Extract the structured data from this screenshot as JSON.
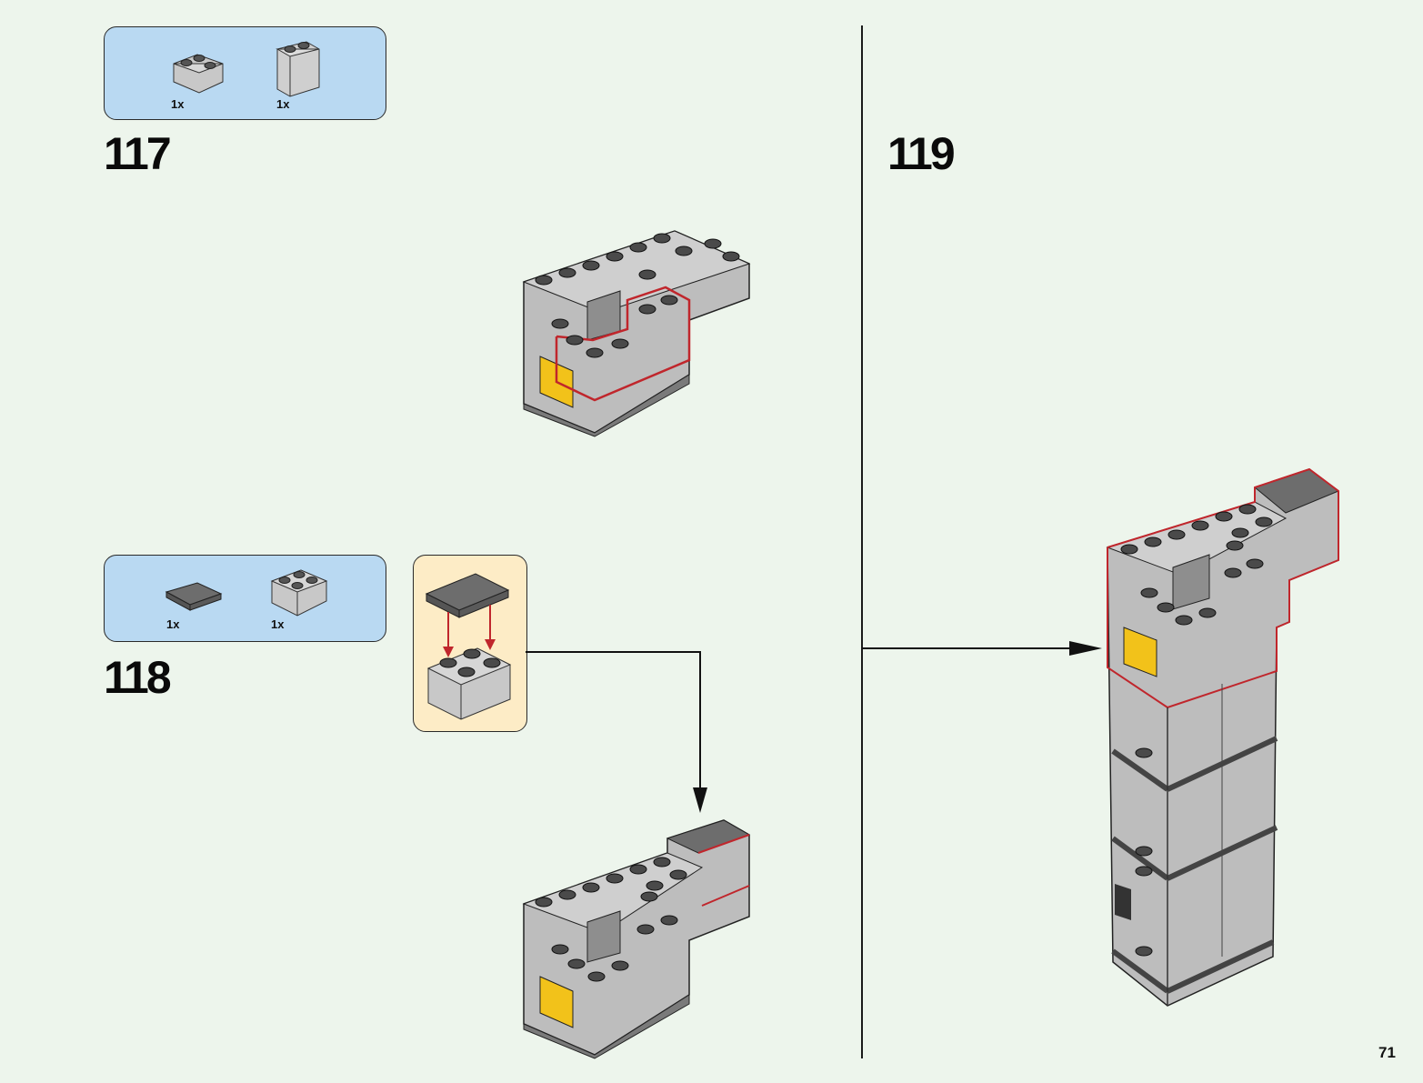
{
  "page": {
    "number": "71"
  },
  "steps": [
    {
      "number": "117",
      "parts": [
        {
          "name": "corner-brick-2x2-light-gray",
          "qty": "1x"
        },
        {
          "name": "brick-1x2x2-light-gray",
          "qty": "1x"
        }
      ]
    },
    {
      "number": "118",
      "parts": [
        {
          "name": "tile-2x2-dark-gray",
          "qty": "1x"
        },
        {
          "name": "brick-2x2-light-gray",
          "qty": "1x"
        }
      ],
      "subassembly": "tile-on-2x2-brick"
    },
    {
      "number": "119",
      "parts": []
    }
  ],
  "colors": {
    "background": "#edf5ec",
    "parts_box": "#b9d9f2",
    "subassembly_box": "#fdecc6",
    "brick_light": "#c4c4c4",
    "brick_dark": "#6d6d6d",
    "highlight": "#c0262c",
    "accent_yellow": "#f2c21a"
  }
}
